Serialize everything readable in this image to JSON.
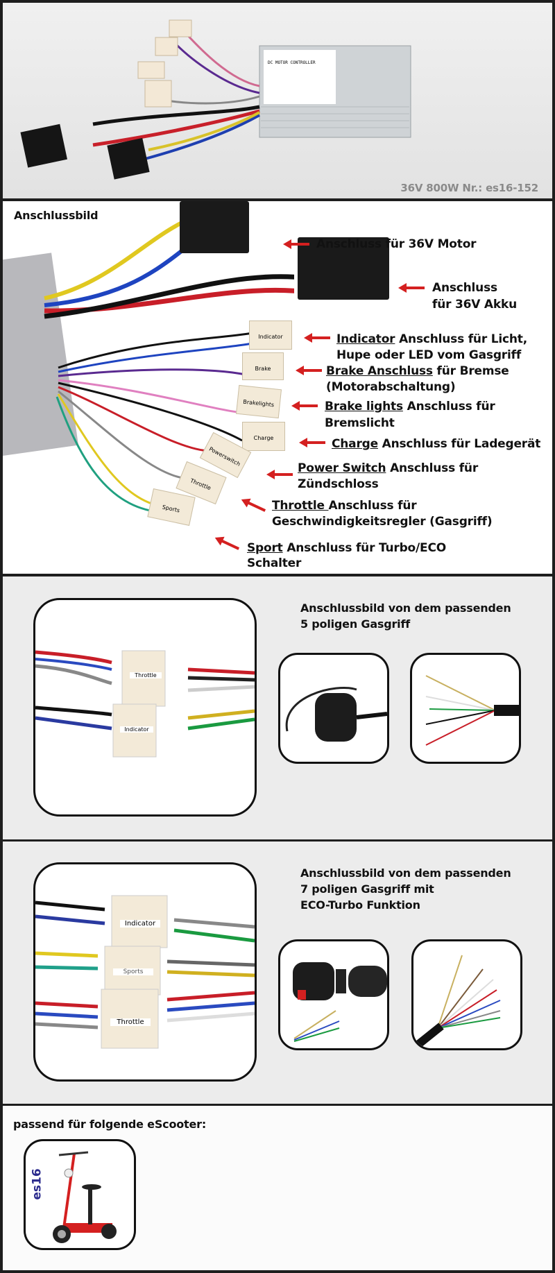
{
  "hero": {
    "product_label": "36V 800W Nr.: es16-152"
  },
  "wiring": {
    "title": "Anschlussbild",
    "labels": [
      {
        "key": "",
        "text": "Anschluss für 36V Motor"
      },
      {
        "key": "",
        "line1": "Anschluss",
        "line2": "für 36V Akku"
      },
      {
        "key": "Indicator",
        "line1": " Anschluss für Licht,",
        "line2": "Hupe oder LED vom Gasgriff"
      },
      {
        "key": "Brake Anschluss",
        "line1": " für Bremse",
        "line2": "(Motorabschaltung)"
      },
      {
        "key": "Brake lights",
        "line1": " Anschluss für",
        "line2": "Bremslicht"
      },
      {
        "key": "Charge",
        "line1": " Anschluss für Ladegerät"
      },
      {
        "key": "Power Switch",
        "line1": " Anschluss für",
        "line2": "Zündschloss"
      },
      {
        "key": "Throttle ",
        "line1": "Anschluss für",
        "line2": "Geschwindigkeitsregler (Gasgriff)"
      },
      {
        "key": "Sport",
        "line1": " Anschluss für Turbo/ECO",
        "line2": "Schalter"
      }
    ],
    "connector_tags": [
      "Indicator",
      "Brake",
      "Brakelights",
      "Charge",
      "Powerswitch",
      "Throttle",
      "Sports"
    ],
    "arrow_color": "#d42020"
  },
  "throttle5": {
    "title_line1": "Anschlussbild von dem passenden",
    "title_line2": "5 poligen Gasgriff",
    "tags": [
      "Throttle",
      "Indicator"
    ]
  },
  "throttle7": {
    "title_line1": "Anschlussbild von dem passenden",
    "title_line2": "7 poligen Gasgriff mit",
    "title_line3": "ECO-Turbo Funktion",
    "tags": [
      "Indicator",
      "Sports",
      "Throttle"
    ]
  },
  "compat": {
    "title": "passend für folgende eScooter:",
    "models": [
      {
        "name": "es16",
        "color": "#2a2a8c"
      }
    ]
  }
}
